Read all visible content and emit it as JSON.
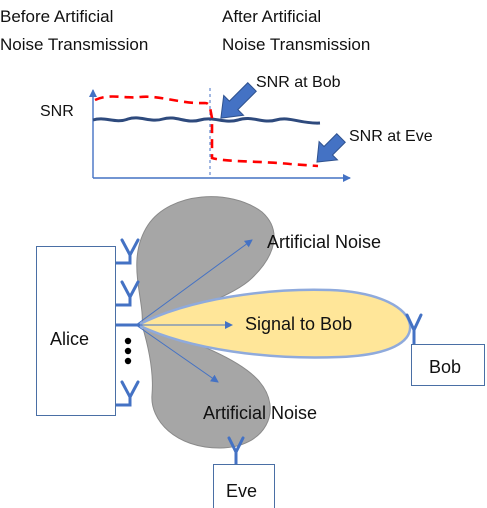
{
  "captions": {
    "before": [
      "Before Artificial",
      "Noise Transmission"
    ],
    "after": [
      "After Artificial",
      "Noise Transmission"
    ]
  },
  "plot": {
    "ylabel": "SNR",
    "bob_label": "SNR at Bob",
    "eve_label": "SNR at Eve"
  },
  "nodes": {
    "alice": "Alice",
    "bob": "Bob",
    "eve": "Eve"
  },
  "beams": {
    "noise_top": "Artificial Noise",
    "noise_bottom": "Artificial Noise",
    "signal": "Signal to Bob"
  },
  "colors": {
    "axis": "#4472c4",
    "bob_line": "#2e4a7d",
    "eve_line": "#ff0000",
    "noise_lobe": "#a6a6a6",
    "signal_lobe": "#ffe699",
    "signal_edge": "#8faadc",
    "arrow": "#4472c4"
  }
}
